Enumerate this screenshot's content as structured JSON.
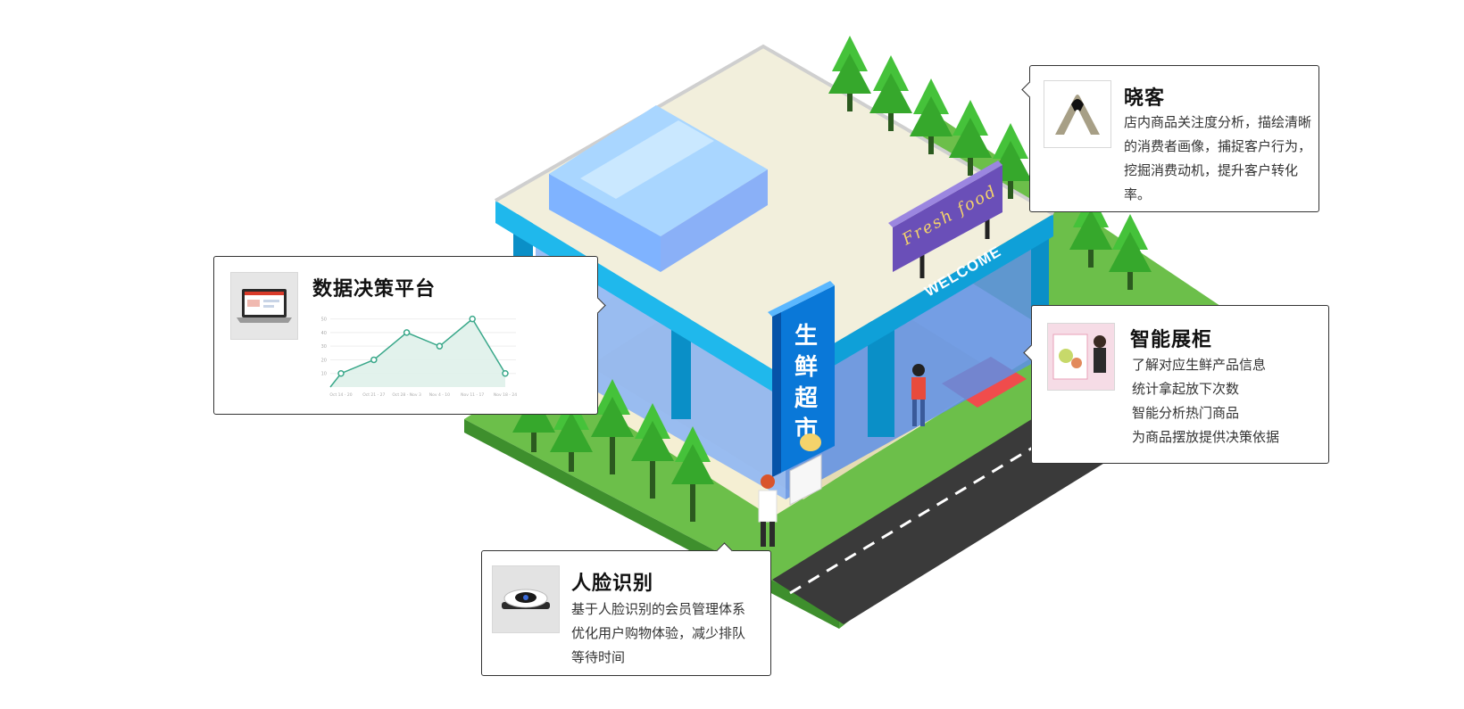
{
  "scene": {
    "sign_fresh_food": "Fresh food",
    "sign_welcome": "WELCOME",
    "sign_vertical_chars": [
      "生",
      "鲜",
      "超",
      "市"
    ]
  },
  "cards": {
    "xiaoke": {
      "title": "晓客",
      "desc": "店内商品关注度分析，描绘清晰的消费者画像，捕捉客户行为，挖掘消费动机，提升客户转化率。"
    },
    "data_platform": {
      "title": "数据决策平台"
    },
    "smart_cabinet": {
      "title": "智能展柜",
      "lines": [
        "了解对应生鲜产品信息",
        "统计拿起放下次数",
        "智能分析热门商品",
        "为商品摆放提供决策依据"
      ]
    },
    "face_recognition": {
      "title": "人脸识别",
      "lines": [
        "基于人脸识别的会员管理体系",
        "优化用户购物体验，减少排队",
        "等待时间"
      ]
    }
  },
  "colors": {
    "grass": "#6cbf4a",
    "road": "#3a3a3a",
    "building_blue": "#1fb8ec",
    "roof": "#f2efdc",
    "sign_purple": "#6a4fb8",
    "sign_text": "#f4d36b",
    "chart_line": "#3aa88a"
  },
  "chart_data": {
    "type": "area",
    "x": [
      "Oct 14 - 20",
      "Oct 21 - 27",
      "Oct 28 - Nov 3",
      "Nov 4 - 10",
      "Nov 11 - 17",
      "Nov 18 - 24"
    ],
    "values": [
      10,
      20,
      40,
      30,
      50,
      10
    ],
    "yticks": [
      10,
      20,
      30,
      40,
      50
    ],
    "ylim": [
      0,
      55
    ],
    "grid": true
  }
}
